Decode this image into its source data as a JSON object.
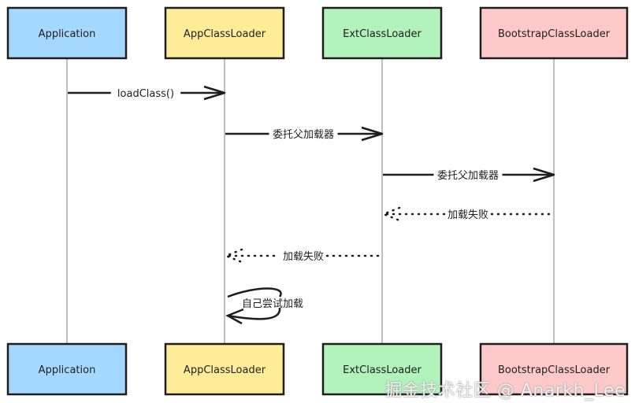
{
  "actors": [
    {
      "id": "application",
      "label": "Application",
      "fill": "#a5d8ff"
    },
    {
      "id": "app-class-loader",
      "label": "AppClassLoader",
      "fill": "#ffec99"
    },
    {
      "id": "ext-class-loader",
      "label": "ExtClassLoader",
      "fill": "#b2f2bb"
    },
    {
      "id": "bootstrap-class-loader",
      "label": "BootstrapClassLoader",
      "fill": "#ffc9c9"
    }
  ],
  "messages": [
    {
      "from": 0,
      "to": 1,
      "label": "loadClass()",
      "style": "solid"
    },
    {
      "from": 1,
      "to": 2,
      "label": "委托父加载器",
      "style": "solid"
    },
    {
      "from": 2,
      "to": 3,
      "label": "委托父加载器",
      "style": "solid"
    },
    {
      "from": 3,
      "to": 2,
      "label": "加载失败",
      "style": "dotted"
    },
    {
      "from": 2,
      "to": 1,
      "label": "加载失败",
      "style": "dotted"
    },
    {
      "from": 1,
      "to": 1,
      "label": "自己尝试加载",
      "style": "self"
    }
  ],
  "watermark": "掘金技术社区 @ Anarkh_Lee"
}
